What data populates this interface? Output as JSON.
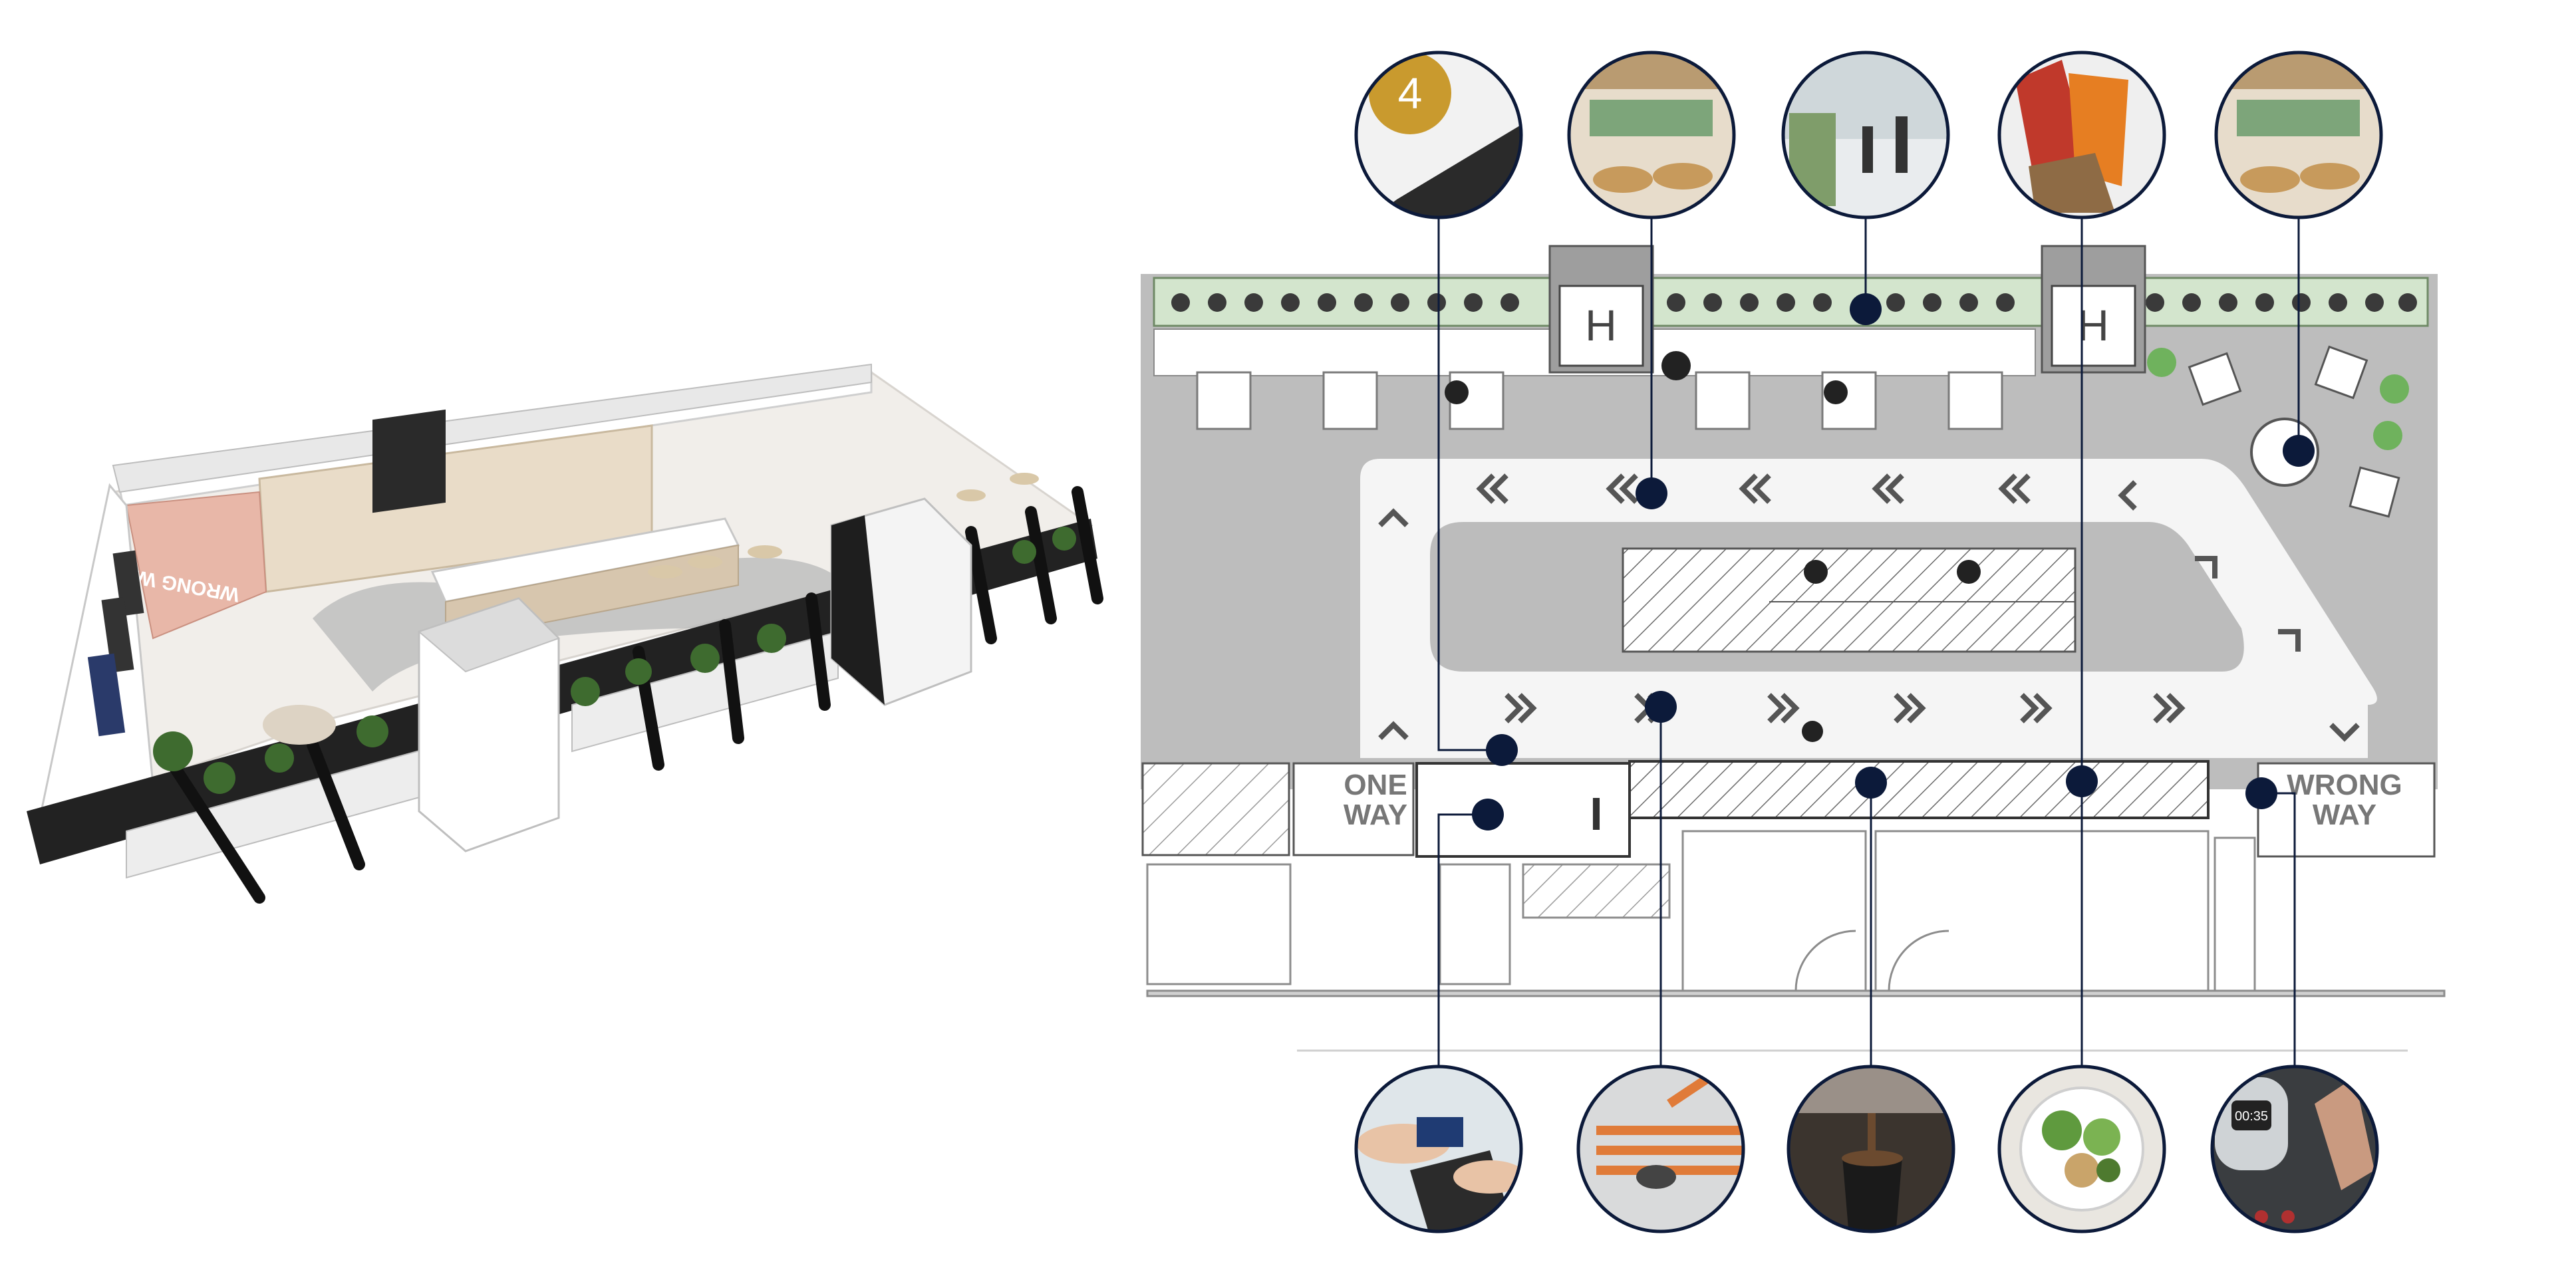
{
  "colors": {
    "accent_navy": "#0c1a3a",
    "plan_grey": "#bdbdbd",
    "floor_light": "#f4f4f4",
    "planter_green": "#cfe3c8",
    "wall_dark": "#1b1b1b",
    "rug_orange": "#d98a7a"
  },
  "plan": {
    "one_way_label_1": "ONE",
    "one_way_label_2": "WAY",
    "wrong_way_label_1": "WRONG",
    "wrong_way_label_2": "WAY",
    "lift_icon_text": "H",
    "lift_icon_text_2": "H"
  },
  "model": {
    "rug_text": "WRONG WAY"
  },
  "callouts": {
    "top": [
      {
        "id": "floor-number-sign",
        "photo_icon": "number-sign-icon",
        "badge": "4"
      },
      {
        "id": "cafe-seating-1",
        "photo_icon": "cafe-seating-icon"
      },
      {
        "id": "street-entrance",
        "photo_icon": "pedestrians-icon"
      },
      {
        "id": "snack-bags",
        "photo_icon": "snack-bag-icon"
      },
      {
        "id": "cafe-seating-2",
        "photo_icon": "cafe-seating-icon"
      }
    ],
    "bottom": [
      {
        "id": "contactless-payment",
        "photo_icon": "card-terminal-icon"
      },
      {
        "id": "floor-wayfinding-decal",
        "photo_icon": "floor-arrow-icon"
      },
      {
        "id": "coffee-machine",
        "photo_icon": "coffee-cup-icon"
      },
      {
        "id": "fresh-food",
        "photo_icon": "salad-bowl-icon"
      },
      {
        "id": "touchless-sensor",
        "photo_icon": "hand-sensor-icon",
        "screen_text": "00:35"
      }
    ]
  }
}
